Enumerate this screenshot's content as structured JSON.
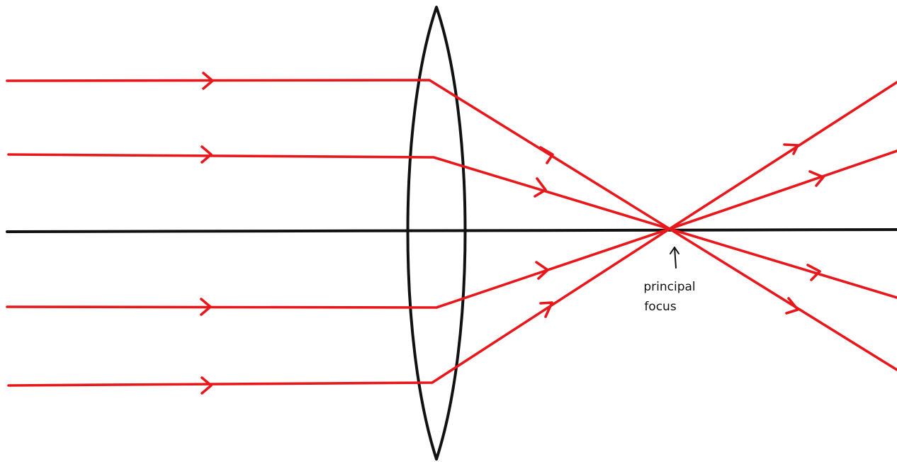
{
  "colors": {
    "ray": "#e8171b",
    "axis": "#111111",
    "lens": "#111111",
    "text": "#111111",
    "background": "#ffffff"
  },
  "focus_label": {
    "line1": "principal",
    "line2": "focus"
  },
  "rays": [
    {
      "name": "ray-1"
    },
    {
      "name": "ray-2"
    },
    {
      "name": "ray-3"
    },
    {
      "name": "ray-4"
    }
  ]
}
